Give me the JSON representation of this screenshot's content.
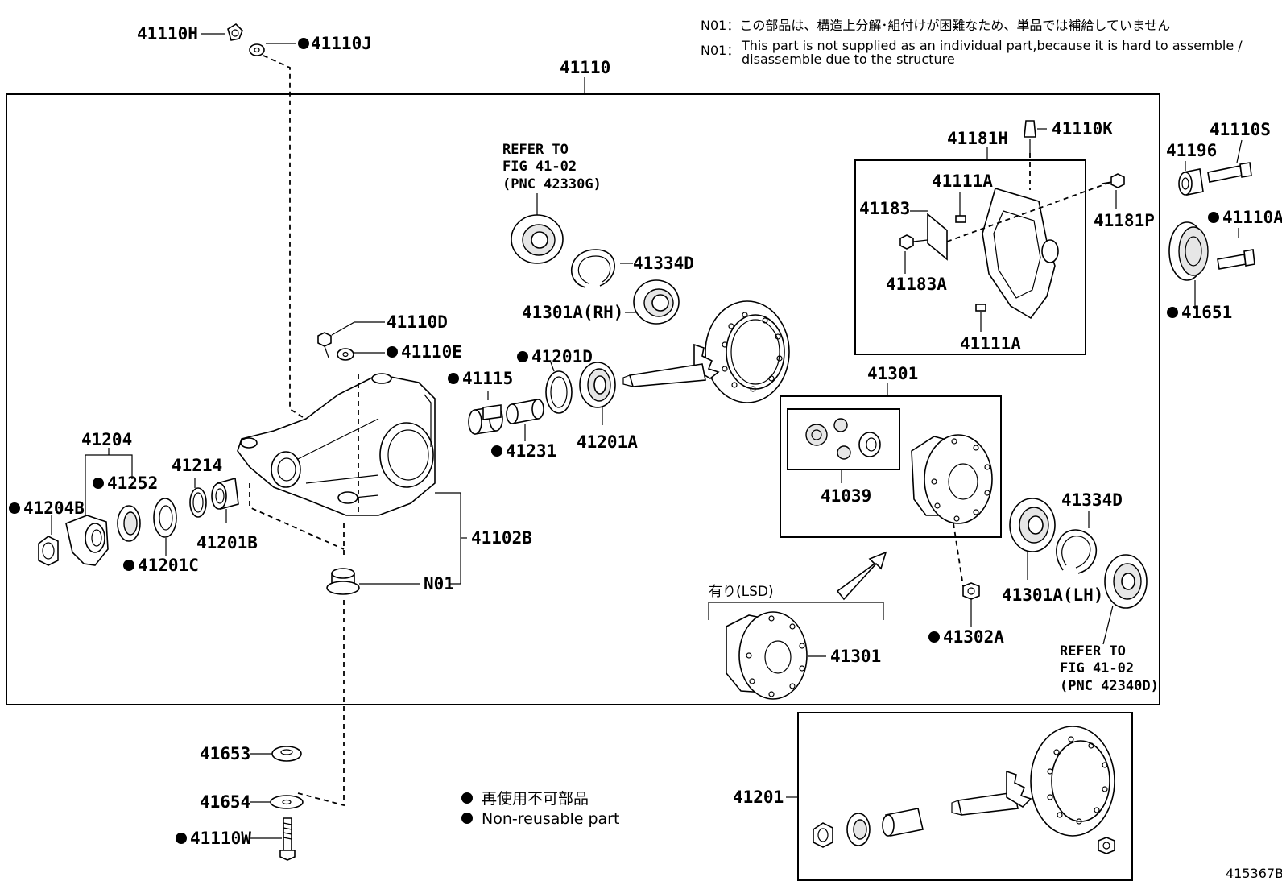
{
  "notes": {
    "jp": "N01：この部品は、構造上分解･組付けが困難なため、単品では補給していません",
    "en_prefix": "N01：",
    "en_line1": "This part is not supplied as an individual part,because it is hard to assemble /",
    "en_line2": "disassemble due to the structure"
  },
  "labels": {
    "p41110": "41110",
    "p41110H": "41110H",
    "p41110J": "41110J",
    "p41110D": "41110D",
    "p41110E": "41110E",
    "p41110K": "41110K",
    "p41110S": "41110S",
    "p41110A": "41110A",
    "p41110W": "41110W",
    "p41181H": "41181H",
    "p41181P": "41181P",
    "p41111A_top": "41111A",
    "p41111A_bot": "41111A",
    "p41183": "41183",
    "p41183A": "41183A",
    "p41196": "41196",
    "p41651": "41651",
    "p41334D_top": "41334D",
    "p41334D_bot": "41334D",
    "p41301A_rh": "41301A(RH)",
    "p41301A_lh": "41301A(LH)",
    "p41201D": "41201D",
    "p41201A": "41201A",
    "p41115": "41115",
    "p41231": "41231",
    "p41204": "41204",
    "p41204B": "41204B",
    "p41252": "41252",
    "p41214": "41214",
    "p41201B": "41201B",
    "p41201C": "41201C",
    "p41102B": "41102B",
    "pN01": "N01",
    "p41301_top": "41301",
    "p41301_lsd": "41301",
    "p41039": "41039",
    "p41302A": "41302A",
    "p41653": "41653",
    "p41654": "41654",
    "p41201": "41201"
  },
  "refer_top": {
    "line1": "REFER TO",
    "line2": "FIG 41-02",
    "line3": "(PNC 42330G)"
  },
  "refer_bottom": {
    "line1": "REFER TO",
    "line2": "FIG 41-02",
    "line3": "(PNC 42340D)"
  },
  "lsd_label": "有り(LSD)",
  "legend": {
    "jp": "再使用不可部品",
    "en": "Non-reusable part"
  },
  "figure_code": "415367B"
}
